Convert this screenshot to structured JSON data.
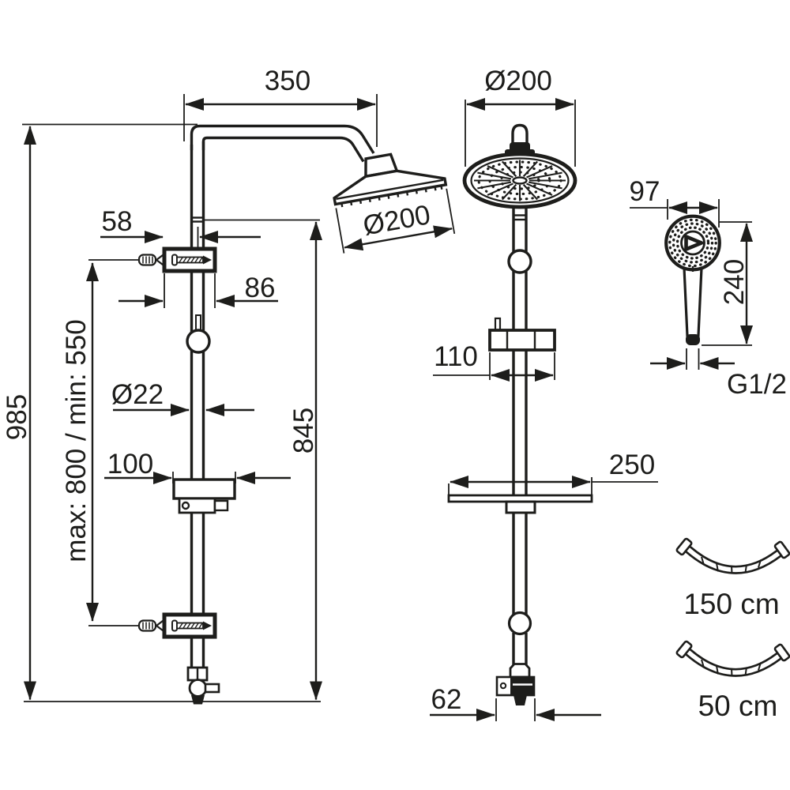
{
  "meta": {
    "drawing_type": "technical dimension drawing",
    "subject": "shower column set with overhead shower, hand shower and hoses",
    "units": "mm",
    "line_color": "#1d1d1b",
    "background_color": "#ffffff"
  },
  "dims": {
    "side": {
      "arm_reach": "350",
      "head_diameter": "Ø200",
      "total_height": "985",
      "install_height": "max: 800 / min: 550",
      "bracket_offset": "58",
      "bracket_depth": "86",
      "pipe_diameter": "Ø22",
      "rail_height": "845",
      "shelf_depth": "100"
    },
    "front": {
      "head_diameter": "Ø200",
      "bracket_width": "110",
      "shelf_width": "250",
      "valve_width": "62"
    },
    "hand": {
      "head_width": "97",
      "length": "240",
      "thread": "G1/2"
    },
    "hoses": {
      "long": "150 cm",
      "short": "50 cm"
    }
  }
}
